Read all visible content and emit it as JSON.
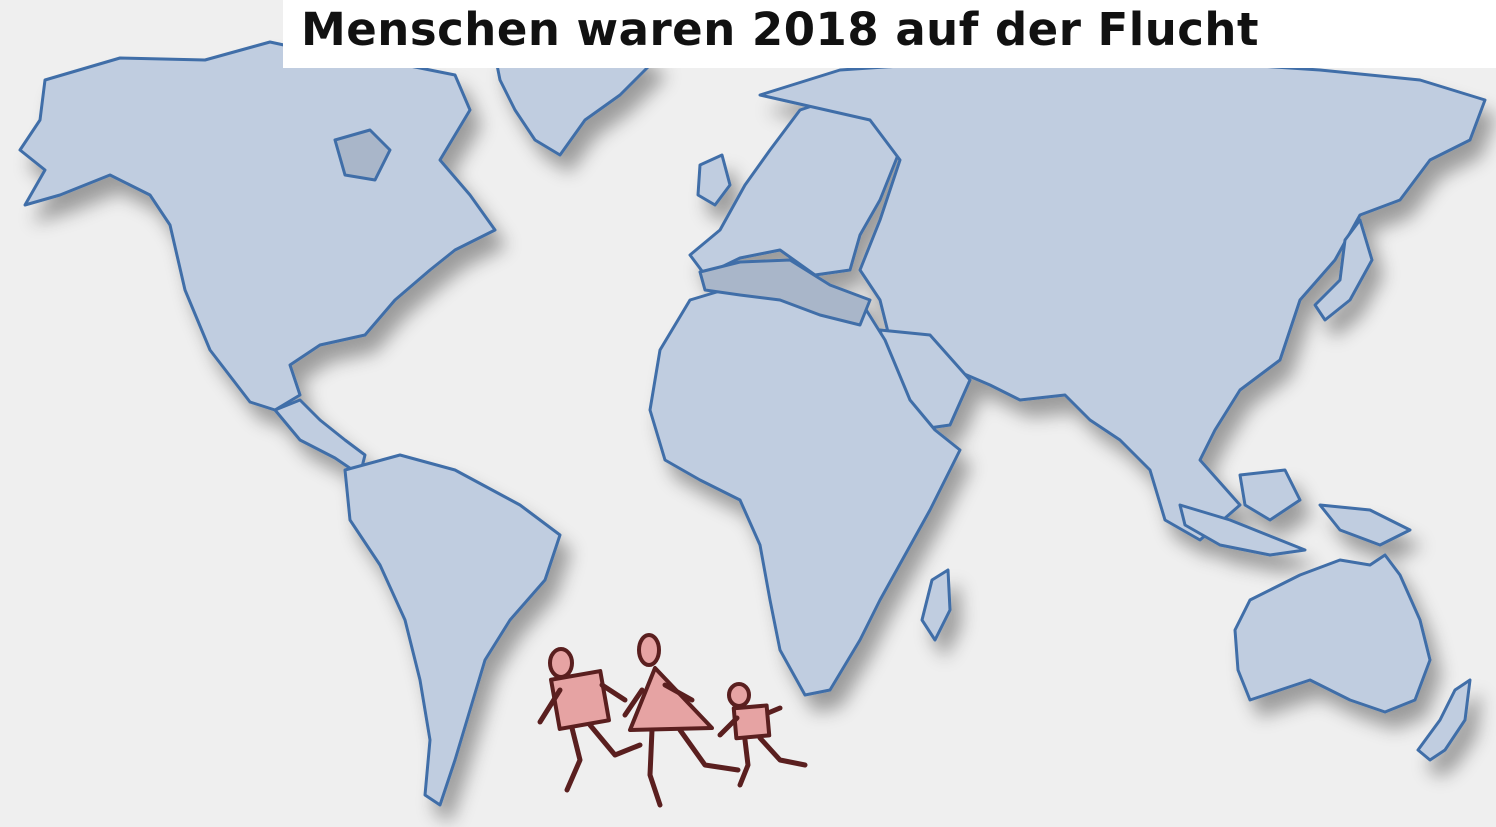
{
  "header": {
    "title": "Menschen waren 2018 auf der Flucht"
  },
  "colors": {
    "background": "#efefef",
    "land_fill": "#c0cde0",
    "land_outline": "#3f6ea8",
    "figure_fill": "#e6a3a3",
    "figure_stroke": "#5a1f1f"
  },
  "illustration": {
    "map": "world-map",
    "figures": [
      "man-figure",
      "woman-figure",
      "child-figure"
    ]
  }
}
